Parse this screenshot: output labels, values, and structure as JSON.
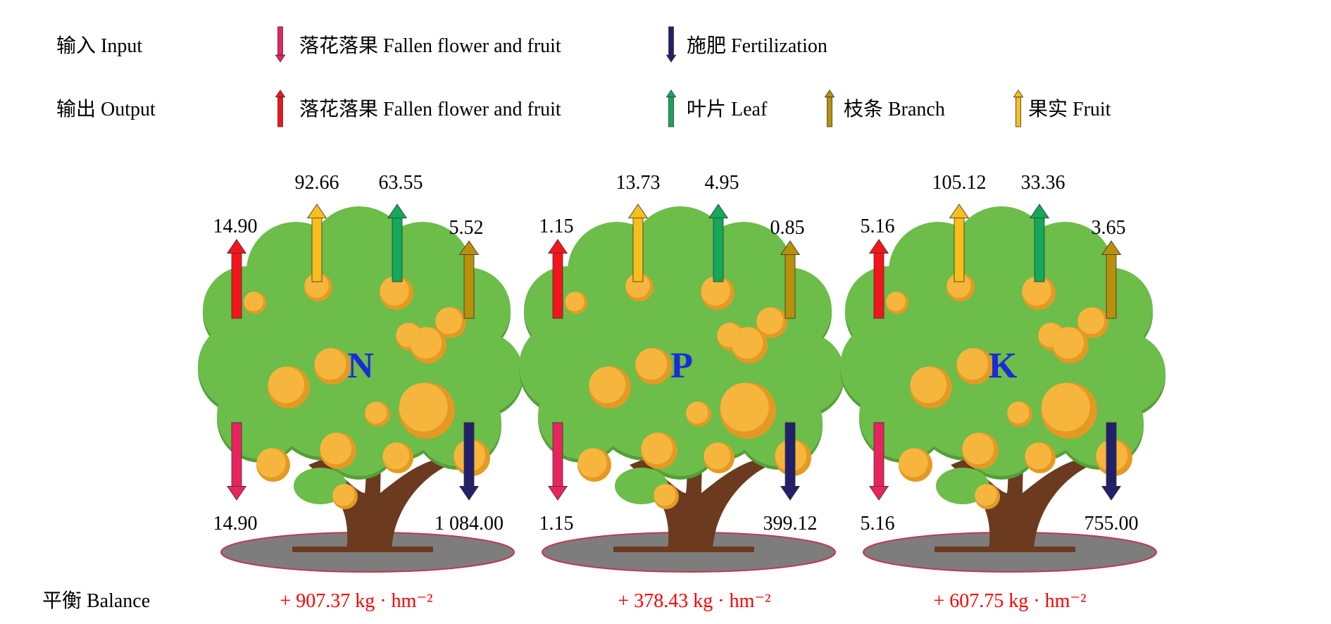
{
  "legend": {
    "input": {
      "label": "输入  Input",
      "items": [
        {
          "key": "fallen_in",
          "label": "落花落果  Fallen flower and fruit",
          "color": "#e8245f",
          "icon": "arrow-down-icon"
        },
        {
          "key": "fert",
          "label": "施肥  Fertilization",
          "color": "#23206b",
          "icon": "arrow-down-icon"
        }
      ]
    },
    "output": {
      "label": "输出  Output",
      "items": [
        {
          "key": "fallen_out",
          "label": "落花落果  Fallen flower and fruit",
          "color": "#f3151a",
          "icon": "arrow-up-icon"
        },
        {
          "key": "leaf",
          "label": "叶片  Leaf",
          "color": "#14a85a",
          "icon": "arrow-up-icon"
        },
        {
          "key": "branch",
          "label": "枝条  Branch",
          "color": "#b8900b",
          "icon": "arrow-up-icon"
        },
        {
          "key": "fruit",
          "label": "果实  Fruit",
          "color": "#f7be1c",
          "icon": "arrow-up-icon"
        }
      ]
    }
  },
  "colors": {
    "fallen_out": "#f3151a",
    "fruit": "#f7be1c",
    "leaf": "#14a85a",
    "branch": "#b8900b",
    "fallen_in": "#e8245f",
    "fert": "#23206b",
    "nutrient": "#1a2bd8",
    "balance": "#ff0000",
    "foliage": "#6cbd4a",
    "foliage_dark": "#559e38",
    "orange": "#f6b63e",
    "orange_dark": "#e49a22",
    "trunk": "#6b3a1f",
    "ground": "#7d7d7d",
    "ground_border": "#c0394f"
  },
  "trees": [
    {
      "nutrient": "N",
      "fallen_out": "14.90",
      "fruit": "92.66",
      "leaf": "63.55",
      "branch": "5.52",
      "fallen_in": "14.90",
      "fert": "1 084.00"
    },
    {
      "nutrient": "P",
      "fallen_out": "1.15",
      "fruit": "13.73",
      "leaf": "4.95",
      "branch": "0.85",
      "fallen_in": "1.15",
      "fert": "399.12"
    },
    {
      "nutrient": "K",
      "fallen_out": "5.16",
      "fruit": "105.12",
      "leaf": "33.36",
      "branch": "3.65",
      "fallen_in": "5.16",
      "fert": "755.00"
    }
  ],
  "balance": {
    "label": "平衡  Balance",
    "values": [
      "+ 907.37 kg · hm⁻²",
      "+ 378.43 kg · hm⁻²",
      "+ 607.75 kg · hm⁻²"
    ]
  }
}
